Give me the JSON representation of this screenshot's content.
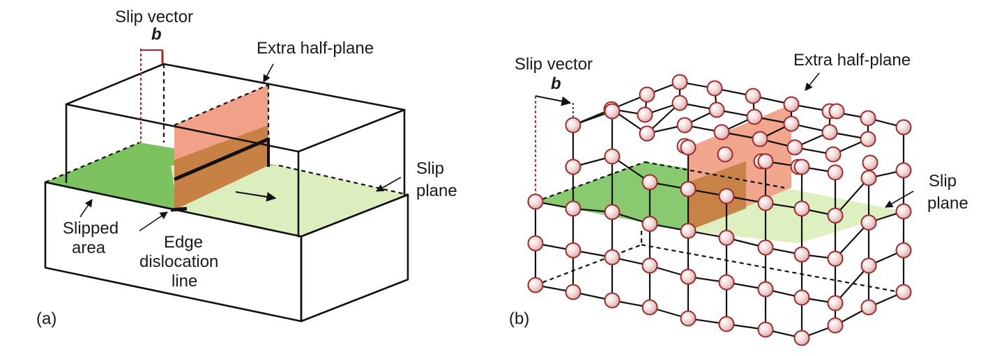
{
  "panel_a": {
    "tag": "(a)",
    "slip_vector_label": "Slip vector",
    "burgers_symbol": "b",
    "extra_half_plane_label": "Extra half-plane",
    "slip_plane_label": [
      "Slip",
      "plane"
    ],
    "slipped_area_label": [
      "Slipped",
      "area"
    ],
    "dislocation_line_label": [
      "Edge",
      "dislocation",
      "line"
    ]
  },
  "panel_b": {
    "tag": "(b)",
    "slip_vector_label": "Slip vector",
    "burgers_symbol": "b",
    "extra_half_plane_label": "Extra half-plane",
    "slip_plane_label": [
      "Slip",
      "plane"
    ]
  },
  "colors": {
    "slipped_area": "#7cc35f",
    "unslipped_slip_plane": "#dceebd",
    "extra_half_plane": "#f0a188",
    "extra_half_plane_below": "#b9772e",
    "atom_fill": "#f2d7d7",
    "atom_stroke": "#9e2a2a",
    "slip_vector_line": "#b22222"
  }
}
